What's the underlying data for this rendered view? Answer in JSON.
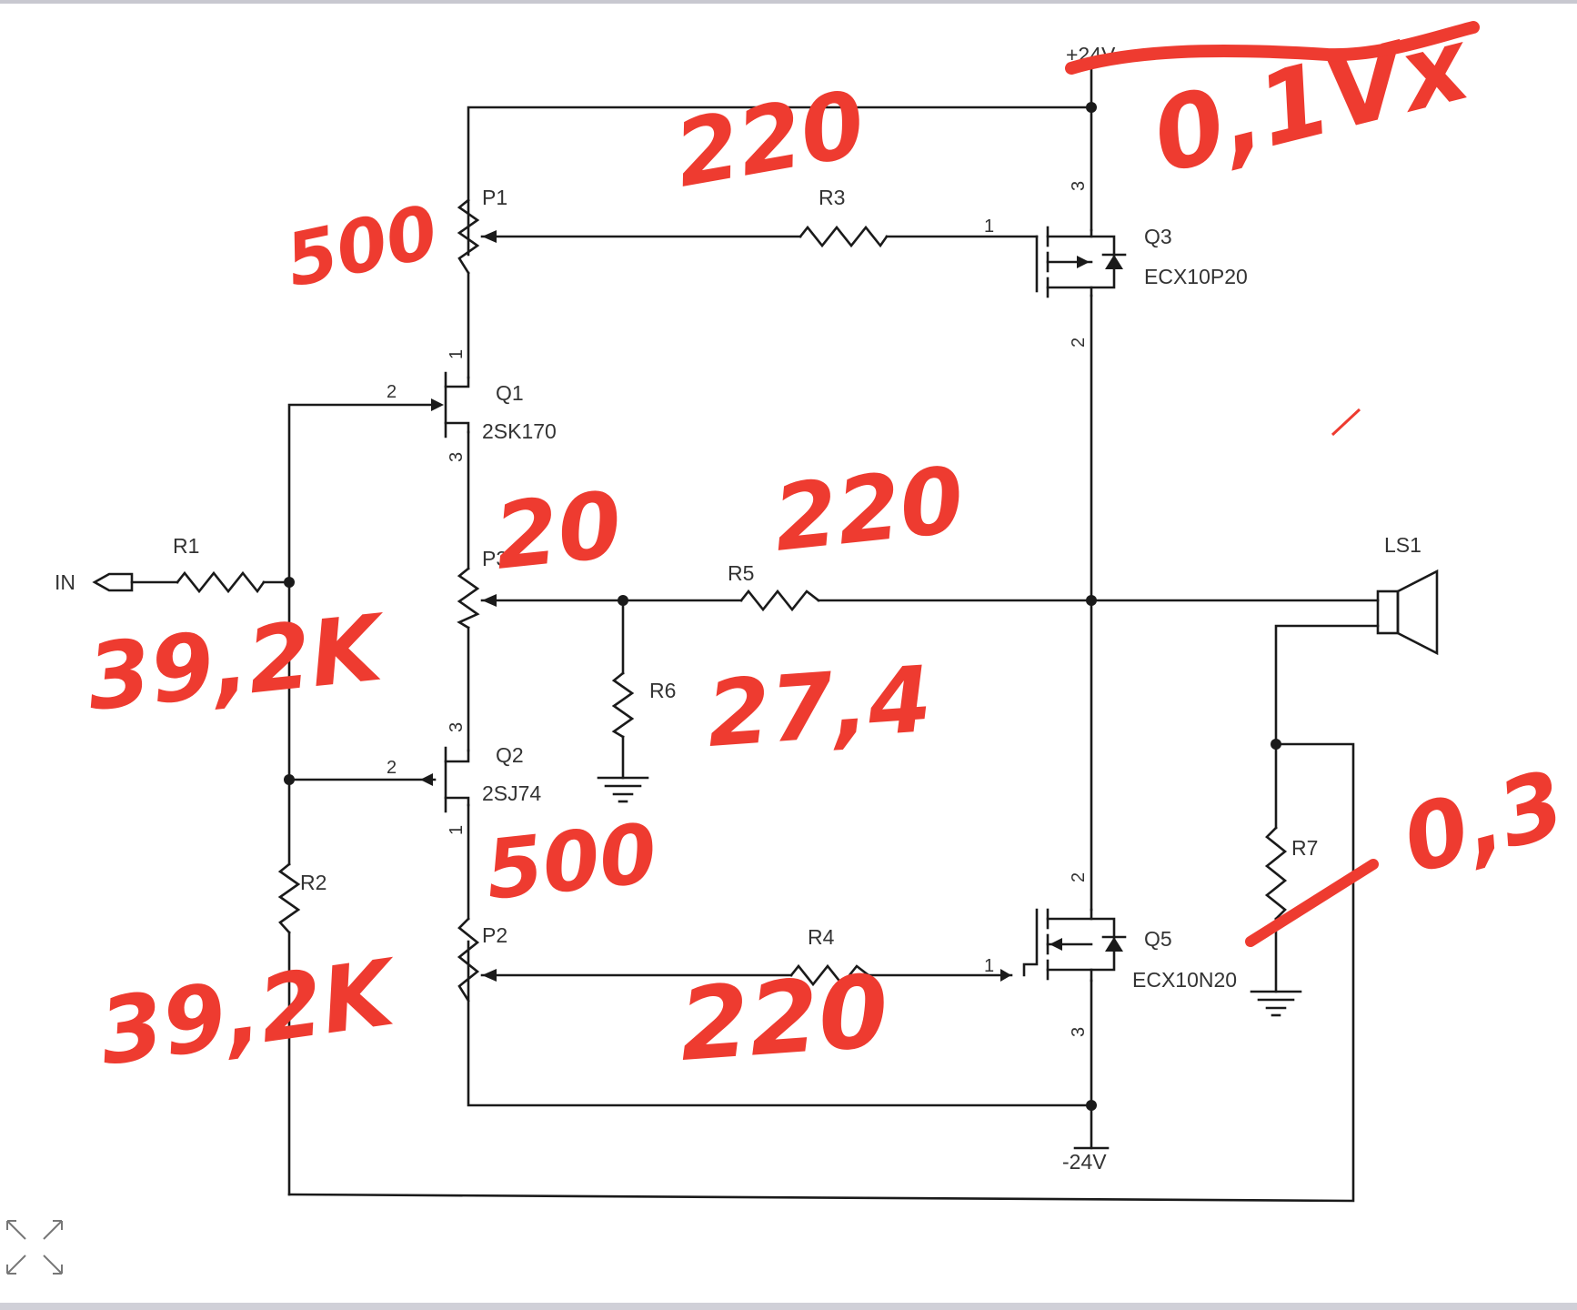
{
  "colors": {
    "ink": "#1a1a1a",
    "label": "#333333",
    "annotation": "#ee3b30",
    "border": "#c8c8d0"
  },
  "rails": {
    "positive": "+24V",
    "negative": "-24V"
  },
  "ports": {
    "input": "IN",
    "speaker": "LS1"
  },
  "resistors": {
    "r1": "R1",
    "r2": "R2",
    "r3": "R3",
    "r4": "R4",
    "r5": "R5",
    "r6": "R6",
    "r7": "R7"
  },
  "pots": {
    "p1": "P1",
    "p2": "P2",
    "p3": "P3"
  },
  "transistors": {
    "q1": {
      "ref": "Q1",
      "part": "2SK170"
    },
    "q2": {
      "ref": "Q2",
      "part": "2SJ74"
    },
    "q3": {
      "ref": "Q3",
      "part": "ECX10P20"
    },
    "q5": {
      "ref": "Q5",
      "part": "ECX10N20"
    }
  },
  "pins": {
    "one": "1",
    "two": "2",
    "three": "3"
  },
  "annotations": {
    "r3_value": "220",
    "top_note": "0,1Vx",
    "p1_value": "500",
    "p3_value": "20",
    "r5_value": "220",
    "r1_value": "39,2K",
    "r6_value": "27,4",
    "r7_value": "0,3",
    "p2_value": "500",
    "r2_value": "39,2K",
    "r4_value": "220"
  },
  "toolbar": {
    "expand_icon": "expand-arrows-icon"
  }
}
